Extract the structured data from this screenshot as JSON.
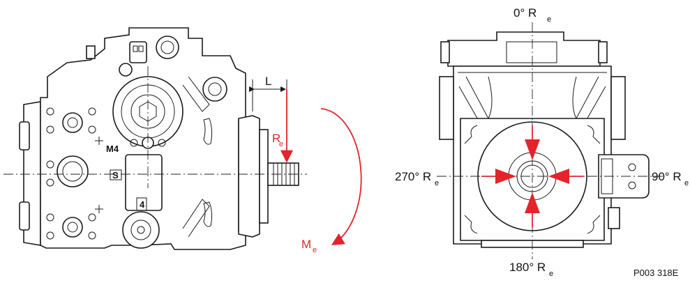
{
  "labels": {
    "length_L": "L",
    "radial_force_R": "R",
    "radial_force_sub": "e",
    "moment_M": "M",
    "moment_sub": "e",
    "angle_0": "0° R",
    "angle_0_sub": "e",
    "angle_90": "90° R",
    "angle_90_sub": "e",
    "angle_180": "180° R",
    "angle_180_sub": "e",
    "angle_270": "270° R",
    "angle_270_sub": "e",
    "figure_code": "P003 318E",
    "port_m4": "M4",
    "port_s": "S",
    "port_4": "4"
  },
  "colors": {
    "accent": "#e3242b",
    "line": "#1a1a1a"
  }
}
